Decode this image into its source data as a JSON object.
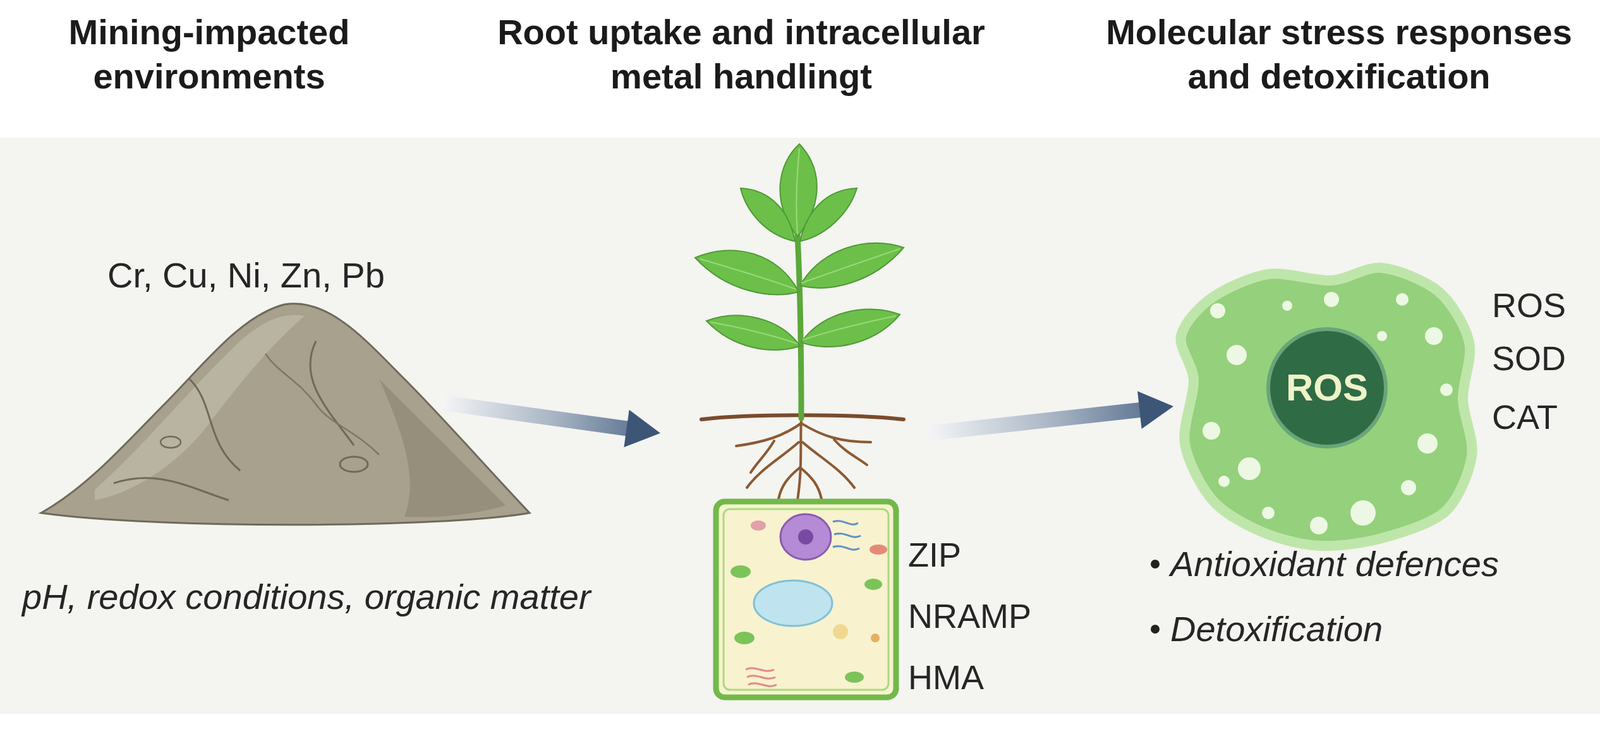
{
  "diagram": {
    "nodes": [
      {
        "text": [
          "Cr, Cu, Ni, Zn, Pb",
          "pH, redox conditions, organic matter"
        ]
      },
      {
        "text": [
          "ZIP",
          "NRAMP",
          "HMA"
        ]
      },
      {
        "text": [
          "ROS",
          "SOD",
          "CAT"
        ]
      },
      {
        "text": [
          "ROS"
        ],
        "in": 2
      }
    ],
    "edges": [
      {
        "from": 0,
        "to": 1,
        "arrow": "to"
      },
      {
        "from": 1,
        "to": 2,
        "arrow": "to"
      }
    ],
    "labels": [
      "Mining-impacted environments",
      "Root uptake and intracellular metal handlingt",
      "Molecular stress responses and detoxification",
      "Antioxidant defences",
      "Detoxification"
    ]
  }
}
